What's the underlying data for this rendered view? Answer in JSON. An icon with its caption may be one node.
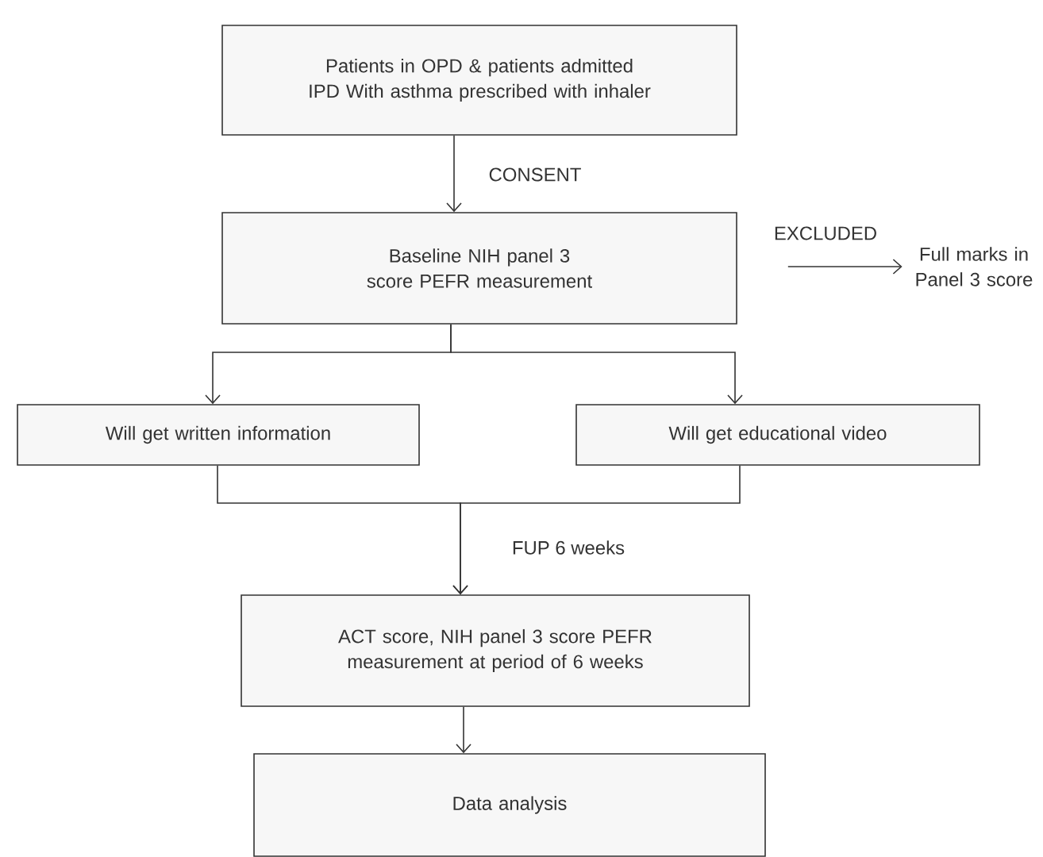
{
  "diagram": {
    "nodes": [
      {
        "text": [
          "Patients in OPD & patients admitted IPD With asthma prescribed with inhaler"
        ]
      },
      {
        "text": [
          "Baseline NIH panel 3 score PEFR measurement"
        ]
      },
      {
        "text": [
          "Full marks in Panel 3 score"
        ]
      },
      {
        "text": [
          "Will get written information"
        ]
      },
      {
        "text": [
          "Will get educational video"
        ]
      },
      {
        "text": [
          "ACT score, NIH panel 3 score PEFR measurement at period of 6 weeks"
        ]
      },
      {
        "text": [
          "Data analysis"
        ]
      }
    ],
    "edges": [
      {
        "from": 0,
        "to": 1,
        "arrow": "to",
        "label": "CONSENT"
      },
      {
        "from": 1,
        "to": 2,
        "arrow": "to",
        "label": "EXCLUDED"
      },
      {
        "from": 1,
        "to": 3,
        "arrow": "to"
      },
      {
        "from": 1,
        "to": 4,
        "arrow": "to"
      },
      {
        "from": 3,
        "to": 5,
        "arrow": "to",
        "label": "FUP 6 weeks"
      },
      {
        "from": 4,
        "to": 5,
        "arrow": "to"
      },
      {
        "from": 5,
        "to": 6,
        "arrow": "to"
      }
    ]
  }
}
